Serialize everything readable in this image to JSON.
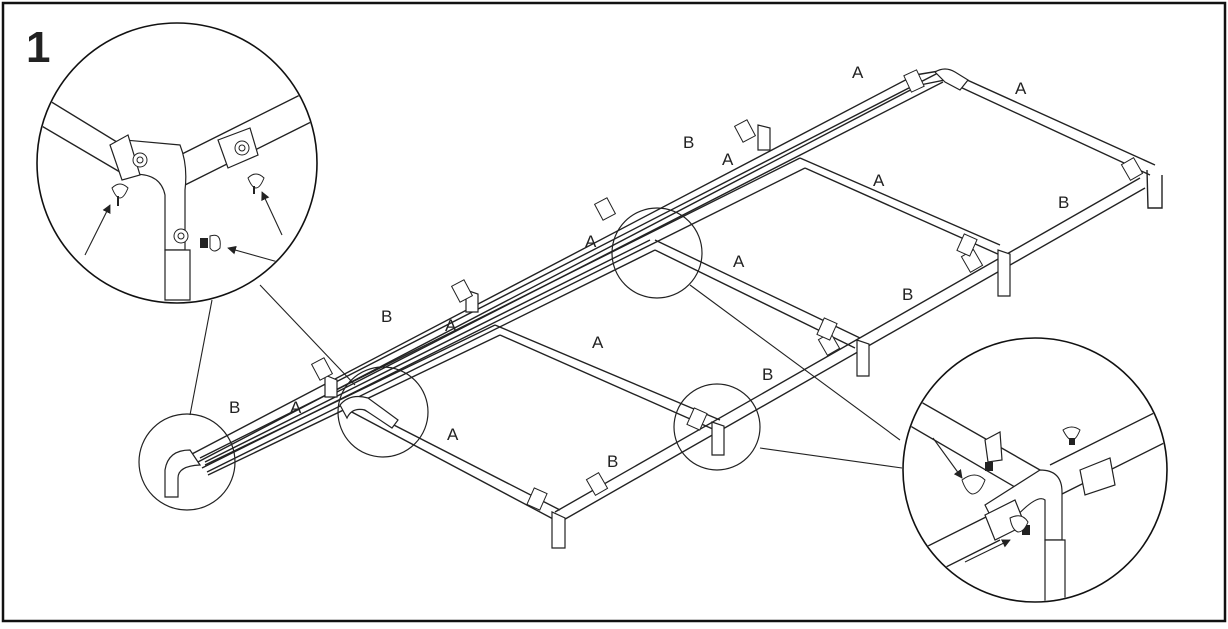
{
  "step": {
    "number": "1"
  },
  "labels": {
    "a": "A",
    "b": "B"
  },
  "colors": {
    "line": "#222222",
    "frame": "#111111",
    "background": "#ffffff"
  },
  "icons": [
    "wing-nut-icon",
    "hex-bolt-icon",
    "arrow-icon"
  ]
}
